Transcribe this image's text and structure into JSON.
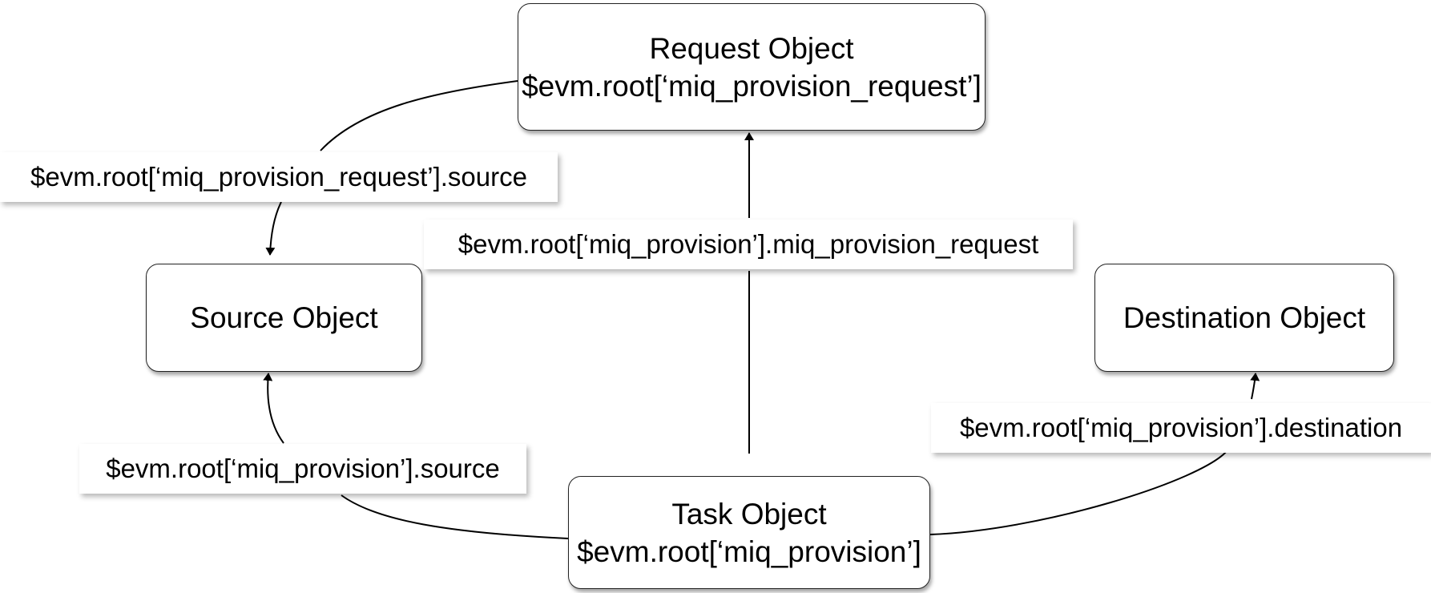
{
  "nodes": {
    "request": {
      "title": "Request Object",
      "expr": "$evm.root[‘miq_provision_request’]"
    },
    "source": {
      "title": "Source Object"
    },
    "destination": {
      "title": "Destination Object"
    },
    "task": {
      "title": "Task Object",
      "expr": "$evm.root[‘miq_provision’]"
    }
  },
  "edges": {
    "request_source": "$evm.root[‘miq_provision_request’].source",
    "task_request": "$evm.root[‘miq_provision’].miq_provision_request",
    "task_destination": "$evm.root[‘miq_provision’].destination",
    "task_source": "$evm.root[‘miq_provision’].source"
  }
}
